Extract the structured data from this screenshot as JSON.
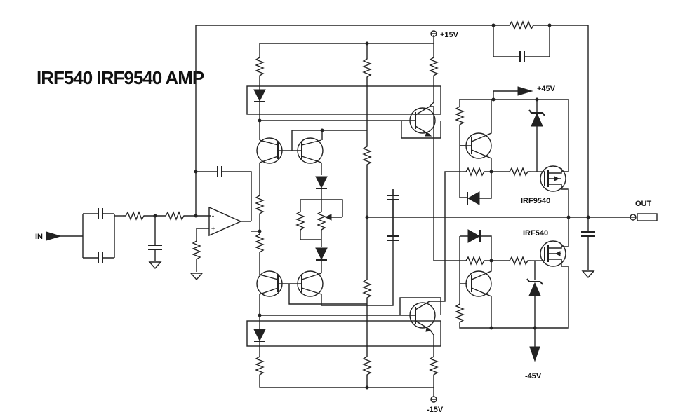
{
  "title": "IRF540 IRF9540 AMP",
  "labels": {
    "in": "IN",
    "out": "OUT",
    "pos15": "+15V",
    "neg15": "-15V",
    "pos45": "+45V",
    "neg45": "-45V",
    "mosfet_p": "IRF9540",
    "mosfet_n": "IRF540"
  }
}
